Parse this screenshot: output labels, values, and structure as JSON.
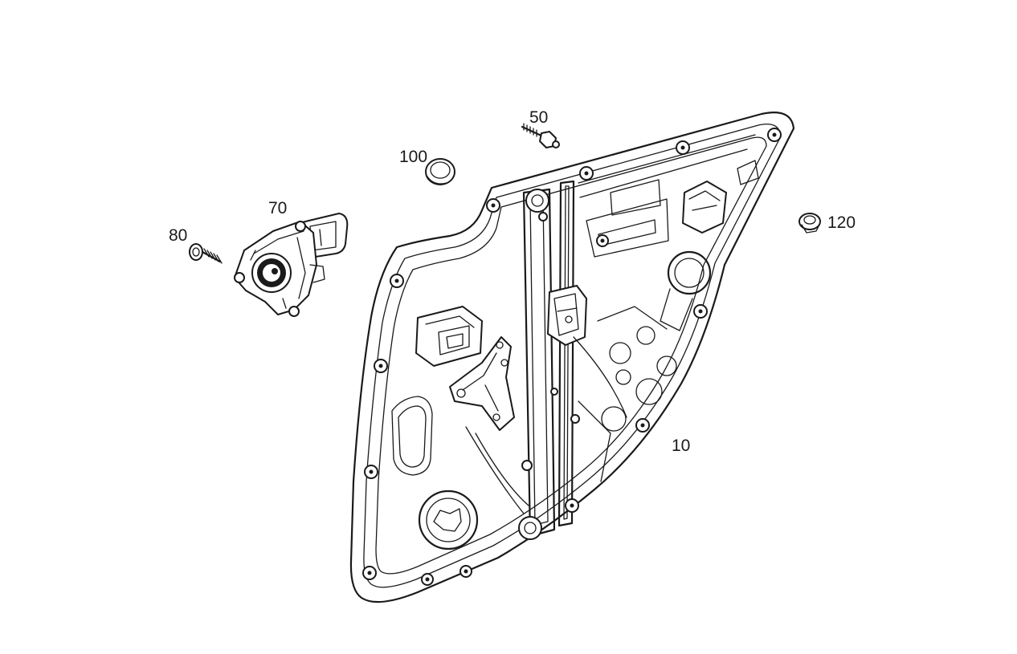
{
  "parts": {
    "p10": {
      "label": "10"
    },
    "p50": {
      "label": "50"
    },
    "p70": {
      "label": "70"
    },
    "p80": {
      "label": "80"
    },
    "p100": {
      "label": "100"
    },
    "p120": {
      "label": "120"
    }
  },
  "colors": {
    "line": "#1a1a1a",
    "background": "#ffffff"
  }
}
